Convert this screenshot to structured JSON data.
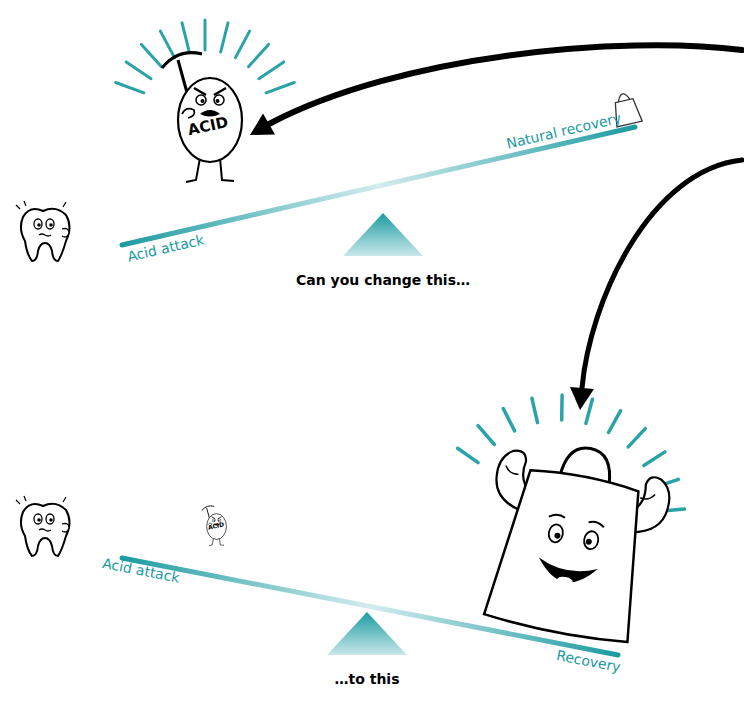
{
  "diagram": {
    "nodes": [
      {
        "text": [
          "ACID"
        ]
      },
      {
        "text": [
          "ACID"
        ]
      }
    ],
    "labels": [
      "Acid attack",
      "Natural recovery",
      "Can you change this…",
      "Acid attack",
      "Recovery",
      "…to this"
    ]
  }
}
